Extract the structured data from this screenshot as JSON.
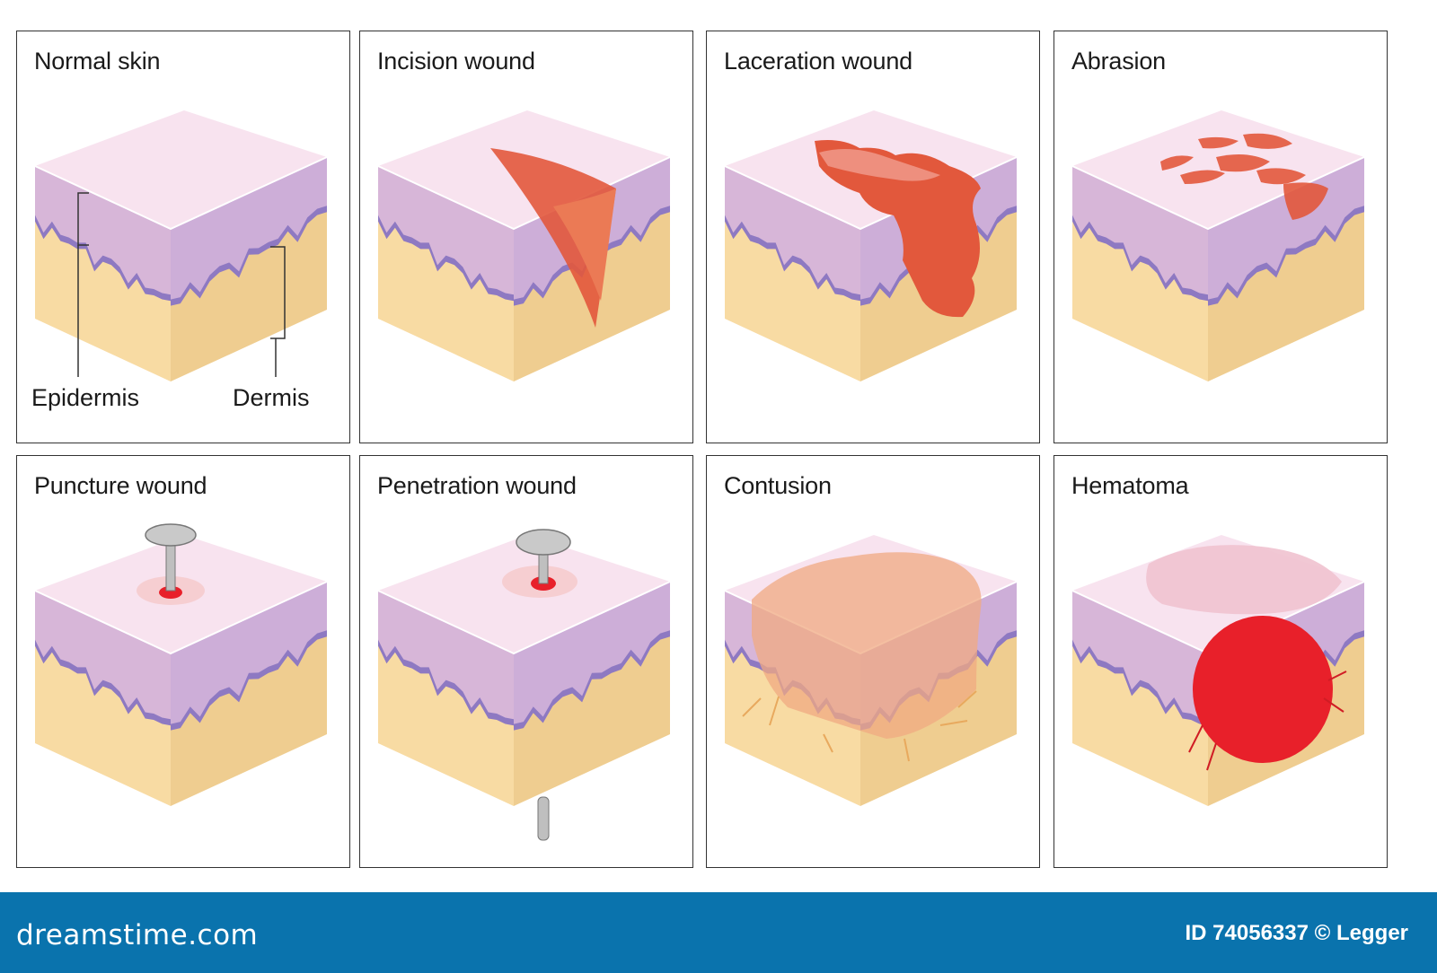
{
  "panels": [
    {
      "title": "Normal skin"
    },
    {
      "title": "Incision wound"
    },
    {
      "title": "Laceration wound"
    },
    {
      "title": "Abrasion"
    },
    {
      "title": "Puncture wound"
    },
    {
      "title": "Penetration wound"
    },
    {
      "title": "Contusion"
    },
    {
      "title": "Hematoma"
    }
  ],
  "labels": {
    "epidermis": "Epidermis",
    "dermis": "Dermis"
  },
  "footer": {
    "logo": "dreamstime.com",
    "credit": "ID 74056337 © Legger"
  },
  "colors": {
    "top": "#f8e3ef",
    "epidermis": "#d7b6d8",
    "epidermis_wave": "#8e79c2",
    "dermis_front": "#f8dba3",
    "dermis_side": "#efcd90",
    "wound_red": "#e2583c",
    "blood_red": "#e8202a",
    "bruise": "#f0a982",
    "footer": "#0a73ad"
  }
}
